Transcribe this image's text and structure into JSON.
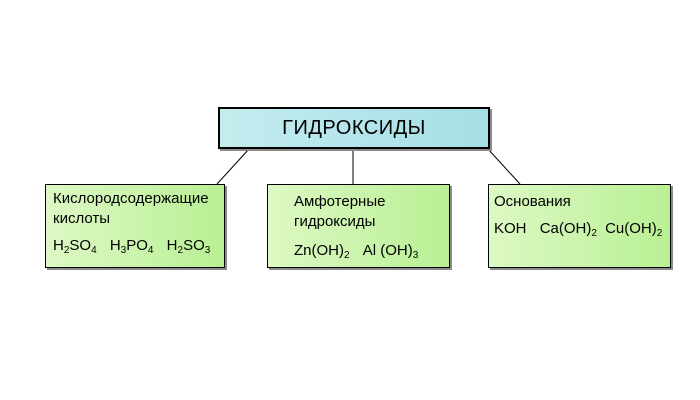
{
  "diagram": {
    "root": {
      "title": "ГИДРОКСИДЫ"
    },
    "categories": {
      "acids": {
        "title_lines": [
          "Кислородсодержащие",
          "кислоты"
        ],
        "formulas": [
          {
            "parts": [
              "H",
              "2",
              "SO",
              "4"
            ]
          },
          {
            "parts": [
              "H",
              "3",
              "PO",
              "4"
            ]
          },
          {
            "parts": [
              "H",
              "2",
              "SO",
              "3"
            ]
          }
        ]
      },
      "amphoteric": {
        "title_lines": [
          "Амфотерные",
          "гидроксиды"
        ],
        "formulas": [
          {
            "parts": [
              "Zn(OH)",
              "2"
            ]
          },
          {
            "parts": [
              "Al (OH)",
              "3"
            ]
          }
        ]
      },
      "bases": {
        "title_lines": [
          "Основания"
        ],
        "formulas": [
          {
            "parts": [
              "KOH"
            ]
          },
          {
            "parts": [
              "Ca(OH)",
              "2"
            ]
          },
          {
            "parts": [
              "Cu(OH)",
              "2"
            ]
          }
        ]
      }
    },
    "colors": {
      "root_fill": "#b4e5ea",
      "leaf_fill": "#c8f4a8",
      "border": "#000000",
      "connector": "#000000"
    }
  }
}
